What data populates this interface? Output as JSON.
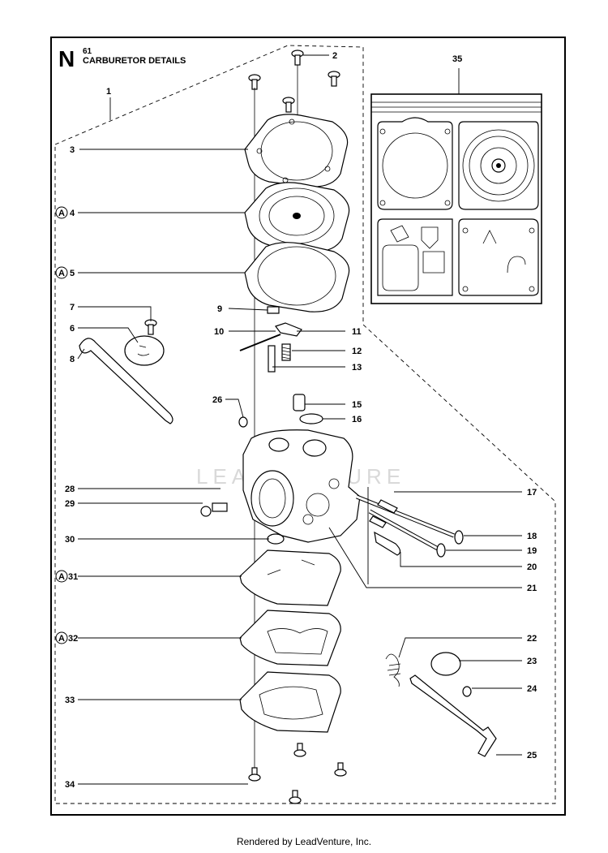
{
  "header": {
    "section_letter": "N",
    "page_number": "61",
    "title": "CARBURETOR DETAILS"
  },
  "watermark": "LEADVENTURE",
  "footer": "Rendered by LeadVenture, Inc.",
  "callout_marker": "A",
  "callouts": [
    {
      "num": "1"
    },
    {
      "num": "2"
    },
    {
      "num": "3"
    },
    {
      "num": "4"
    },
    {
      "num": "5"
    },
    {
      "num": "6"
    },
    {
      "num": "7"
    },
    {
      "num": "8"
    },
    {
      "num": "9"
    },
    {
      "num": "10"
    },
    {
      "num": "11"
    },
    {
      "num": "12"
    },
    {
      "num": "13"
    },
    {
      "num": "15"
    },
    {
      "num": "16"
    },
    {
      "num": "17"
    },
    {
      "num": "18"
    },
    {
      "num": "19"
    },
    {
      "num": "20"
    },
    {
      "num": "21"
    },
    {
      "num": "22"
    },
    {
      "num": "23"
    },
    {
      "num": "24"
    },
    {
      "num": "25"
    },
    {
      "num": "26"
    },
    {
      "num": "28"
    },
    {
      "num": "29"
    },
    {
      "num": "30"
    },
    {
      "num": "31"
    },
    {
      "num": "32"
    },
    {
      "num": "33"
    },
    {
      "num": "34"
    },
    {
      "num": "35"
    }
  ]
}
